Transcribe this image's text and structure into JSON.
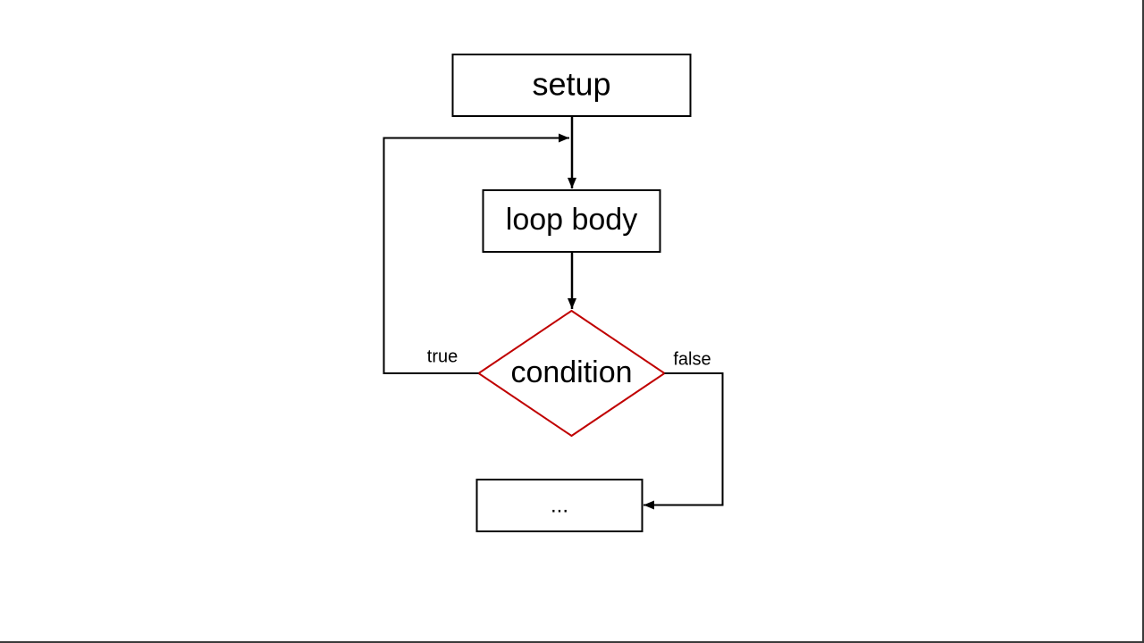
{
  "diagram": {
    "nodes": {
      "setup": {
        "label": "setup"
      },
      "loop_body": {
        "label": "loop body"
      },
      "condition": {
        "label": "condition"
      },
      "next": {
        "label": "..."
      }
    },
    "edges": {
      "true_label": "true",
      "false_label": "false"
    },
    "colors": {
      "stroke": "#000000",
      "decision_stroke": "#c00000",
      "background": "#ffffff"
    }
  }
}
